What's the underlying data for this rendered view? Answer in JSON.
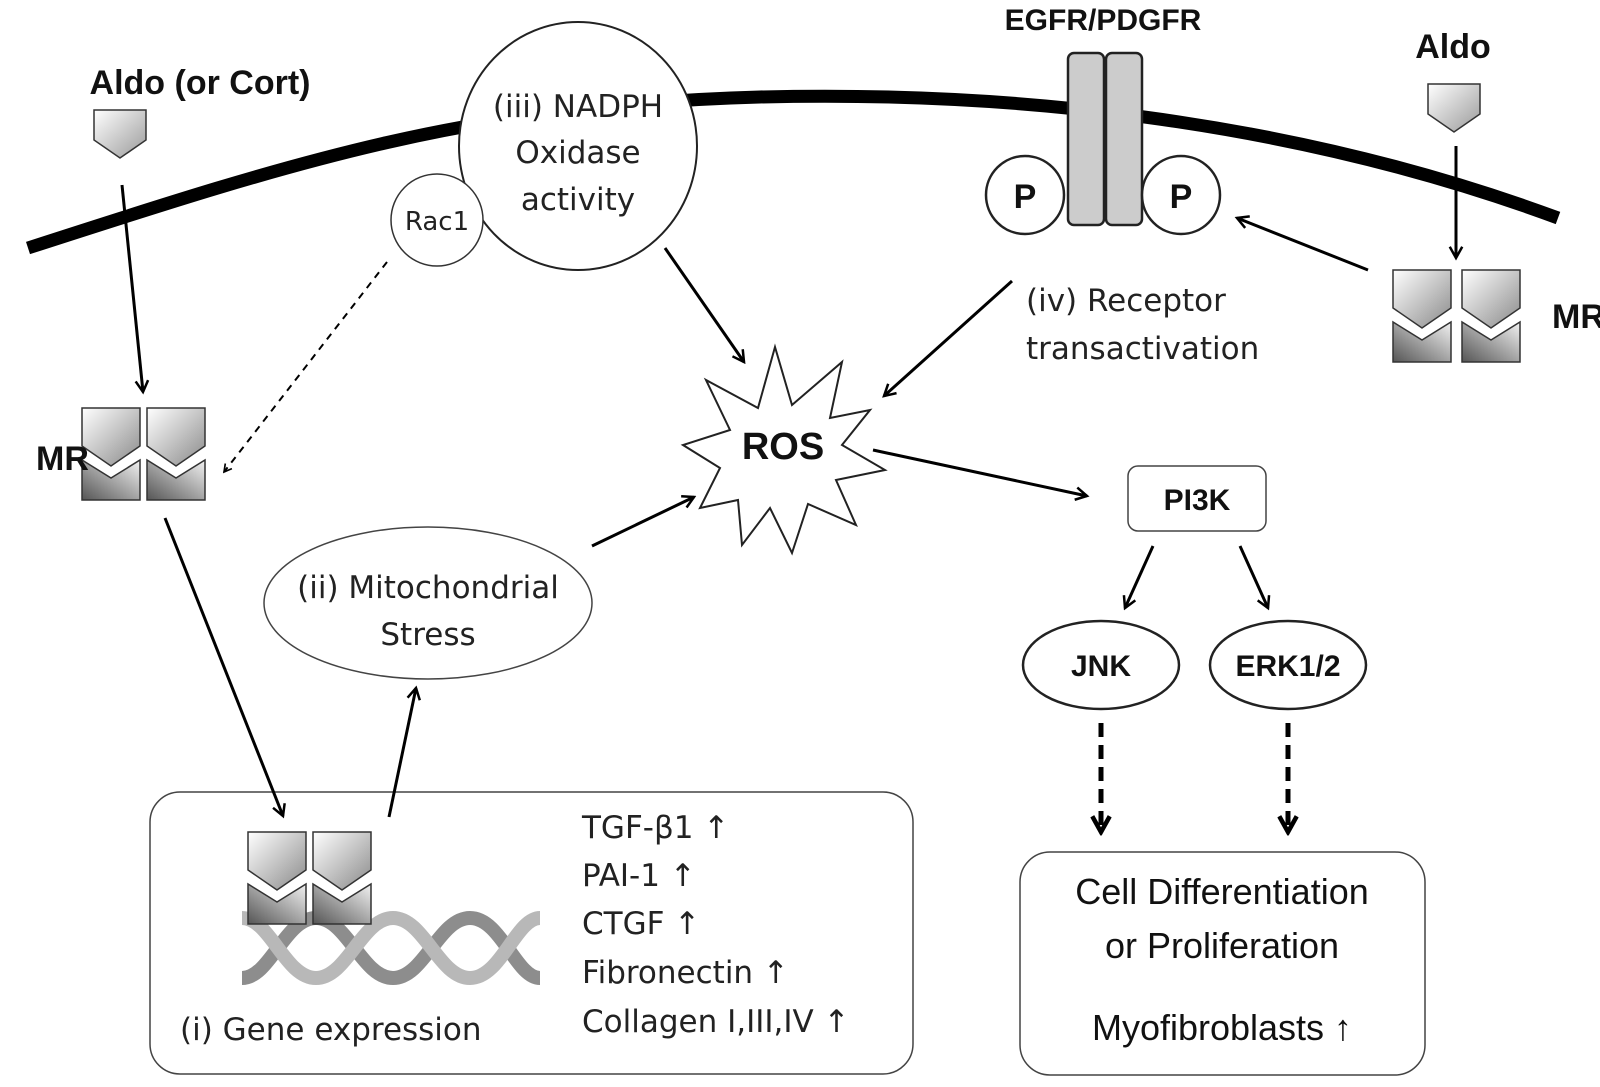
{
  "ligands": {
    "left": "Aldo (or Cort)",
    "right": "Aldo"
  },
  "receptors": {
    "mr_left": "MR",
    "mr_right": "MR",
    "egfr": "EGFR/PDGFR",
    "phospho": "P"
  },
  "nadph": {
    "line1": "(iii) NADPH",
    "line2": "Oxidase",
    "line3": "activity"
  },
  "rac1": "Rac1",
  "transactivation": {
    "line1": "(iv) Receptor",
    "line2": "transactivation"
  },
  "ros": "ROS",
  "mito": {
    "line1": "(ii) Mitochondrial",
    "line2": "Stress"
  },
  "kinases": {
    "pi3k": "PI3K",
    "jnk": "JNK",
    "erk": "ERK1/2"
  },
  "gene_box": {
    "caption": "(i) Gene expression",
    "genes": [
      "TGF-β1 ↑",
      "PAI-1 ↑",
      "CTGF ↑",
      "Fibronectin ↑",
      "Collagen I,III,IV ↑"
    ]
  },
  "outcome": {
    "line1": "Cell Differentiation",
    "line2": "or Proliferation",
    "line3": "Myofibroblasts ↑"
  },
  "colors": {
    "membrane": "#000000",
    "receptor_fill": "#cccccc",
    "box_stroke": "#444444"
  }
}
